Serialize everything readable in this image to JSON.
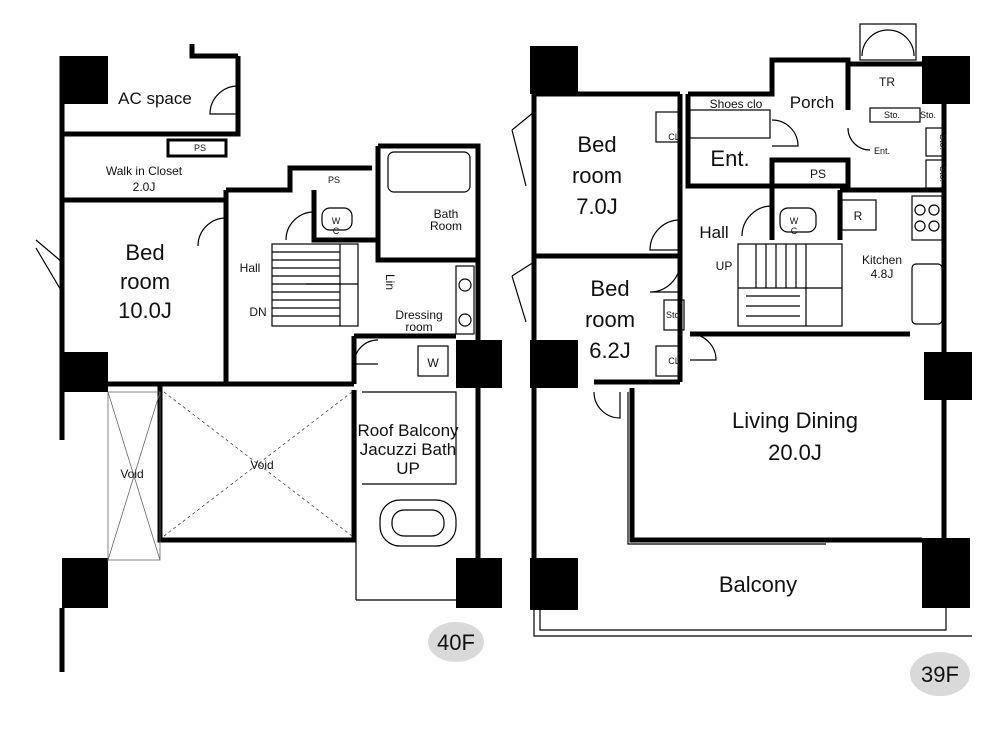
{
  "floors": {
    "f40": {
      "badge": "40F",
      "rooms": {
        "ac_space": "AC space",
        "ps1": "PS",
        "walk_in_closet": "Walk in Closet",
        "walk_in_closet_size": "2.0J",
        "bedroom_l1": "Bed",
        "bedroom_l2": "room",
        "bedroom_size": "10.0J",
        "hall": "Hall",
        "dn": "DN",
        "ps2": "PS",
        "wc": "W",
        "wc2": "C",
        "bath1": "Bath",
        "bath2": "Room",
        "lin": "Lin",
        "dressing1": "Dressing",
        "dressing2": "room",
        "w": "W",
        "void_left": "Void",
        "void_center": "Void",
        "roof1": "Roof Balcony",
        "roof2": "Jacuzzi Bath",
        "roof_up": "UP"
      }
    },
    "f39": {
      "badge": "39F",
      "rooms": {
        "bed7_l1": "Bed",
        "bed7_l2": "room",
        "bed7_size": "7.0J",
        "cl1": "CL",
        "shoes": "Shoes clo",
        "porch": "Porch",
        "tr": "TR",
        "sto1": "Sto.",
        "sto2": "Sto.",
        "sto3": "Sto.",
        "sto4": "Sto.",
        "ent": "Ent.",
        "ent_small": "Ent.",
        "ps": "PS",
        "hall": "Hall",
        "wc": "W",
        "wc2": "C",
        "r": "R",
        "up": "UP",
        "kitchen": "Kitchen",
        "kitchen_size": "4.8J",
        "bed6_l1": "Bed",
        "bed6_l2": "room",
        "bed6_size": "6.2J",
        "sto_small": "Sto.",
        "cl2": "CL",
        "living1": "Living Dining",
        "living2": "20.0J",
        "balcony": "Balcony"
      }
    }
  },
  "colors": {
    "wall": "#000000",
    "badge": "#d9d9d9"
  }
}
